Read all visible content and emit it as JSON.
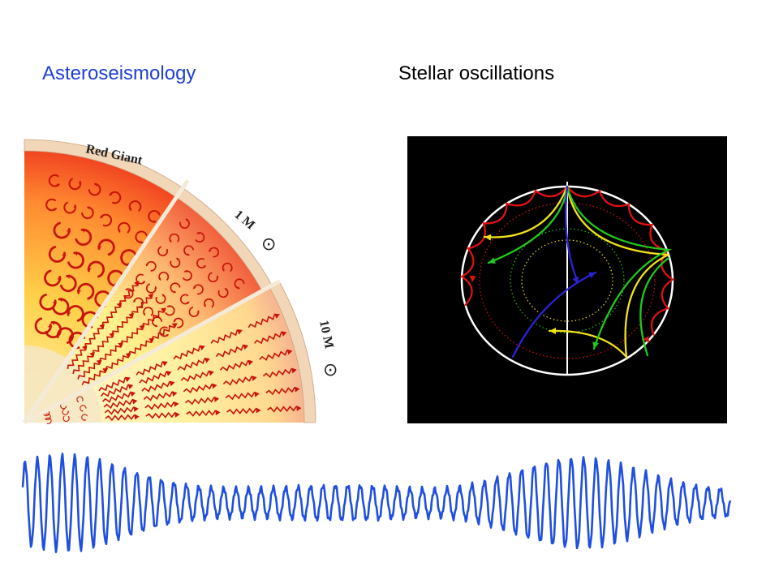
{
  "titles": {
    "left": "Asteroseismology",
    "right": "Stellar oscillations"
  },
  "colors": {
    "left_title": "#1f3fd6",
    "right_title": "#000000",
    "light_curve": "#1f4fe0",
    "ray_red": "#e01010",
    "ray_yellow": "#f2e21a",
    "ray_green": "#22c81e",
    "ray_blue": "#2a22d8",
    "convection_red": "#c8140a",
    "core_cream": "#f6e6c4"
  },
  "structure_diagram": {
    "labels": {
      "red_giant": "Red Giant",
      "one_solar_mass": "1 M",
      "ten_solar_mass": "10 M",
      "sun_symbol": "⊙"
    }
  },
  "icons": {
    "sun": "sun-symbol-icon",
    "convection": "convection-cell-icon",
    "radiation": "wavy-arrow-icon"
  }
}
